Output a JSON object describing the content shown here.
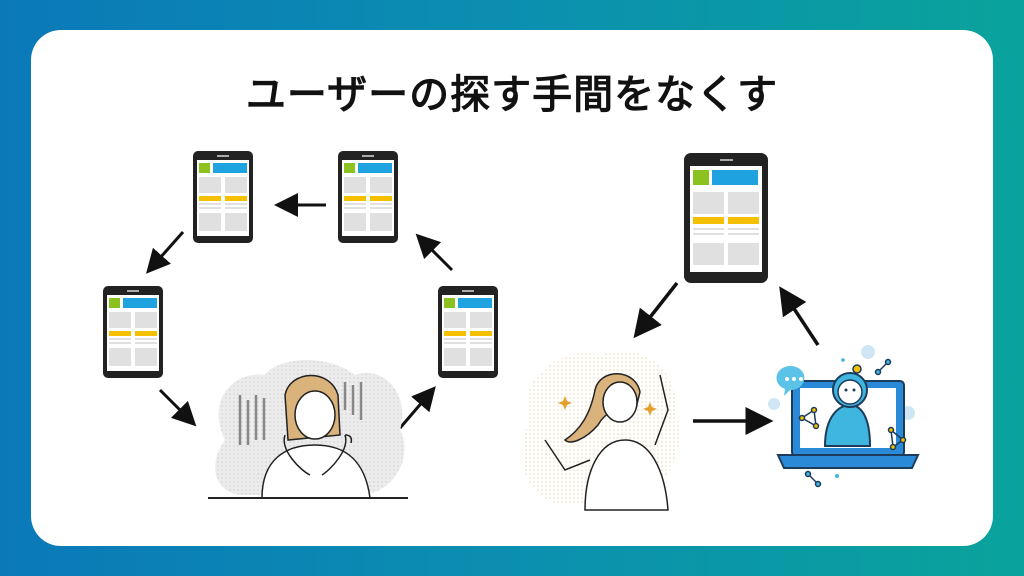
{
  "title": "ユーザーの探す手間をなくす",
  "colors": {
    "bg_gradient_start": "#0b79b8",
    "bg_gradient_end": "#0aa39b",
    "card": "#ffffff",
    "phone_body": "#222222",
    "phone_screen": "#ffffff",
    "block_green": "#8cc21f",
    "block_blue": "#1ea3e0",
    "block_yellow": "#f5c000",
    "block_gray": "#e0e0e0",
    "arrow": "#111111",
    "robot_blue": "#3fb6e0",
    "laptop_blue": "#2b8ad8"
  },
  "left_diagram": {
    "label": "cycle-of-searching",
    "phones": [
      {
        "id": "phone-top-left"
      },
      {
        "id": "phone-top-right"
      },
      {
        "id": "phone-mid-left"
      },
      {
        "id": "phone-mid-right"
      }
    ],
    "person": "troubled-woman"
  },
  "right_diagram": {
    "label": "solution-cycle",
    "phones": [
      {
        "id": "phone-large"
      }
    ],
    "person": "happy-woman",
    "robot": "chatbot-laptop"
  }
}
